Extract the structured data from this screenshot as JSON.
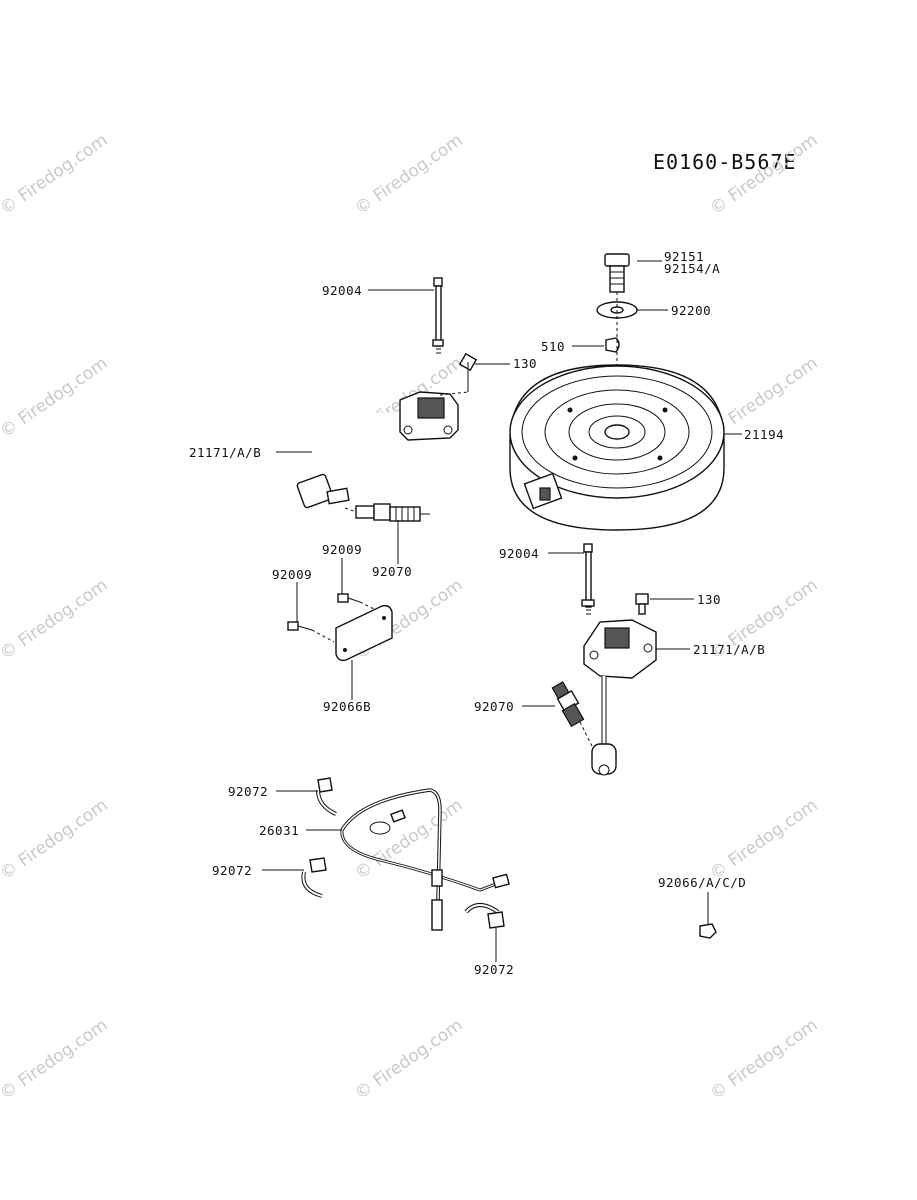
{
  "diagram_code": "E0160-B567E",
  "watermark": "© Firedog.com",
  "labels": {
    "p92151": "92151",
    "p92154A": "92154/A",
    "p92200": "92200",
    "p510": "510",
    "p21194": "21194",
    "p92004_top": "92004",
    "p130_top": "130",
    "p21171_left": "21171/A/B",
    "p92009_a": "92009",
    "p92009_b": "92009",
    "p92070_left": "92070",
    "p92066B": "92066B",
    "p92004_right": "92004",
    "p130_right": "130",
    "p21171_right": "21171/A/B",
    "p92070_right": "92070",
    "p92072_a": "92072",
    "p26031": "26031",
    "p92072_b": "92072",
    "p92072_c": "92072",
    "p92066ACD": "92066/A/C/D"
  }
}
